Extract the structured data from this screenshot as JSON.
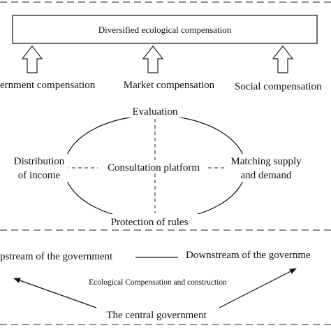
{
  "top_box": {
    "label": "Diversified ecological compensation"
  },
  "compensations": {
    "left": "ernment compensation",
    "middle": "Market compensation",
    "right": "Social compensation"
  },
  "ellipse": {
    "top": "Evaluation",
    "center": "Consultation platform",
    "bottom": "Protection of rules",
    "left_line1": "Distribution",
    "left_line2": "of income",
    "right_line1": "Matching supply",
    "right_line2": "and demand"
  },
  "government": {
    "upstream": "pstream of the government",
    "downstream": "Downstream of the governme",
    "construction": "Ecological Compensation and construction",
    "central": "The central government"
  }
}
